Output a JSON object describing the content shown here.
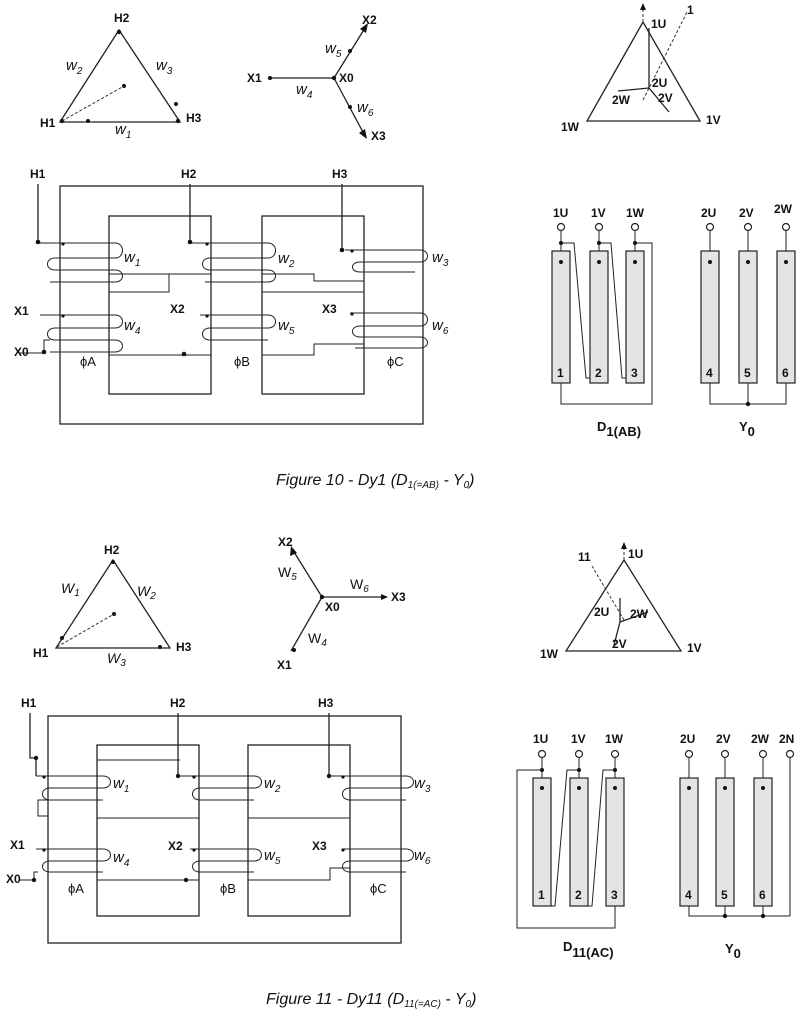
{
  "figure10": {
    "caption": {
      "pre": "Figure 10 - Dy1 (D",
      "sub": "1(=AB)",
      "mid": " - Y",
      "sub2": "0",
      "post": ")"
    },
    "delta": {
      "h1": "H1",
      "h2": "H2",
      "h3": "H3",
      "w1": "w",
      "w2": "w",
      "w3": "w",
      "s1": "1",
      "s2": "2",
      "s3": "3"
    },
    "star": {
      "x0": "X0",
      "x1": "X1",
      "x2": "X2",
      "x3": "X3",
      "w4": "w",
      "w5": "w",
      "w6": "w",
      "s4": "4",
      "s5": "5",
      "s6": "6"
    },
    "phasor": {
      "u1": "1U",
      "v1": "1V",
      "w1": "1W",
      "u2": "2U",
      "v2": "2V",
      "w2": "2W",
      "clock": "1"
    },
    "core": {
      "h1": "H1",
      "h2": "H2",
      "h3": "H3",
      "x0": "X0",
      "x1": "X1",
      "x2": "X2",
      "x3": "X3",
      "phA": "ϕA",
      "phB": "ϕB",
      "phC": "ϕC",
      "w": "w",
      "s1": "1",
      "s2": "2",
      "s3": "3",
      "s4": "4",
      "s5": "5",
      "s6": "6"
    },
    "terminals": {
      "u1": "1U",
      "v1": "1V",
      "w1": "1W",
      "u2": "2U",
      "v2": "2V",
      "w2": "2W",
      "n1": "1",
      "n2": "2",
      "n3": "3",
      "n4": "4",
      "n5": "5",
      "n6": "6",
      "d_label": "D",
      "d_sub": "1(AB)",
      "y_label": "Y",
      "y_sub": "0"
    }
  },
  "figure11": {
    "caption": {
      "pre": "Figure 11 - Dy11 (D",
      "sub": "11(=AC)",
      "mid": " - Y",
      "sub2": "0",
      "post": ")"
    },
    "delta": {
      "h1": "H1",
      "h2": "H2",
      "h3": "H3",
      "w1": "W",
      "w2": "W",
      "w3": "W",
      "s1": "1",
      "s2": "2",
      "s3": "3"
    },
    "star": {
      "x0": "X0",
      "x1": "X1",
      "x2": "X2",
      "x3": "X3",
      "w4": "W",
      "w5": "W",
      "w6": "W",
      "s4": "4",
      "s5": "5",
      "s6": "6"
    },
    "phasor": {
      "u1": "1U",
      "v1": "1V",
      "w1": "1W",
      "u2": "2U",
      "v2": "2V",
      "w2": "2W",
      "clock": "11"
    },
    "core": {
      "h1": "H1",
      "h2": "H2",
      "h3": "H3",
      "x0": "X0",
      "x1": "X1",
      "x2": "X2",
      "x3": "X3",
      "phA": "ϕA",
      "phB": "ϕB",
      "phC": "ϕC",
      "w": "w",
      "s1": "1",
      "s2": "2",
      "s3": "3",
      "s4": "4",
      "s5": "5",
      "s6": "6"
    },
    "terminals": {
      "u1": "1U",
      "v1": "1V",
      "w1": "1W",
      "u2": "2U",
      "v2": "2V",
      "w2": "2W",
      "n2": "2N",
      "n1": "1",
      "nn2": "2",
      "n3": "3",
      "n4": "4",
      "n5": "5",
      "n6": "6",
      "d_label": "D",
      "d_sub": "11(AC)",
      "y_label": "Y",
      "y_sub": "0"
    }
  }
}
